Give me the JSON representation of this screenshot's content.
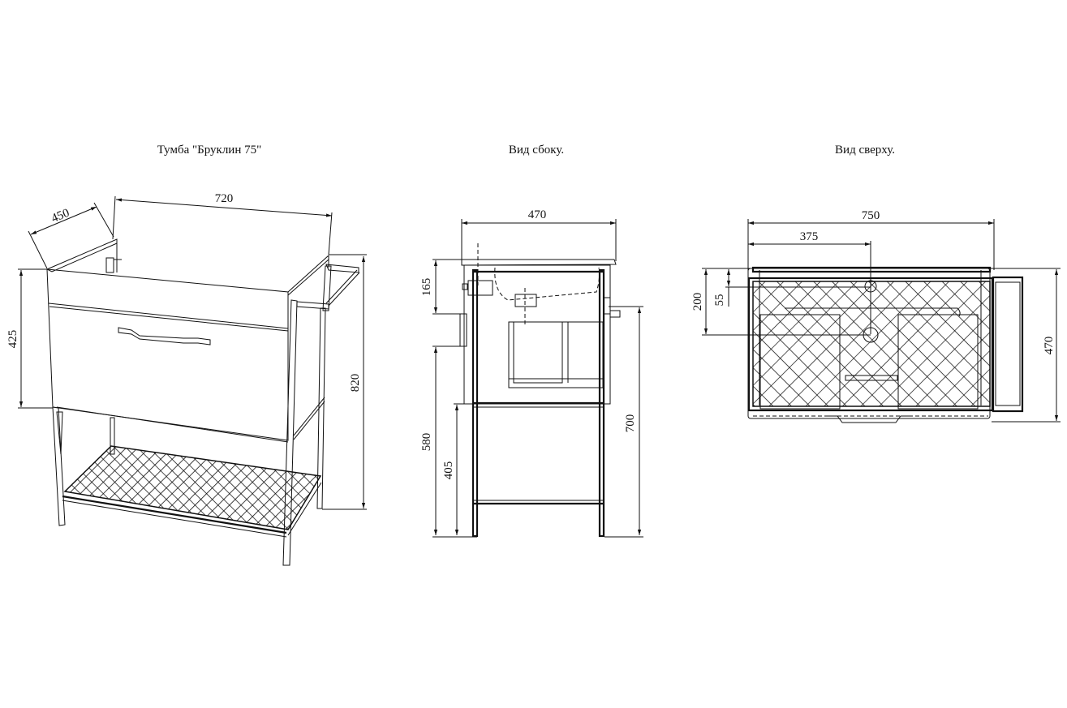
{
  "views": {
    "iso": {
      "title": "Тумба \"Бруклин 75\"",
      "dims": {
        "depth": "450",
        "width": "720",
        "drawer_height": "425",
        "total_height": "820"
      }
    },
    "side": {
      "title": "Вид сбоку.",
      "dims": {
        "depth": "470",
        "top_offset": "165",
        "floor_to_drain": "580",
        "shelf_height": "405",
        "floor_to_outlet": "700"
      }
    },
    "top": {
      "title": "Вид сверху.",
      "dims": {
        "width": "750",
        "half_width": "375",
        "depth": "470",
        "drain_offset": "200",
        "tap_offset": "55"
      }
    }
  },
  "colors": {
    "line": "#111111",
    "background": "#ffffff"
  }
}
